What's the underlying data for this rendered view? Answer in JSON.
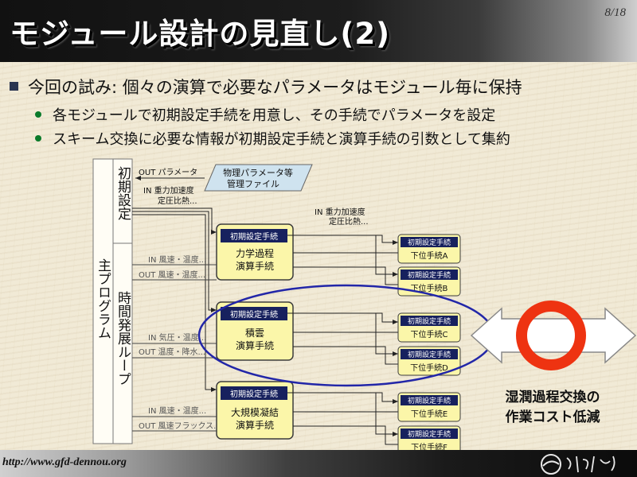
{
  "slide": {
    "title": "モジュール設計の見直し(2)",
    "page": "8/18",
    "bullet": "今回の試み: 個々の演算で必要なパラメータはモジュール毎に保持",
    "sub1": "各モジュールで初期設定手続を用意し、その手続でパラメータを設定",
    "sub2": "スキーム交換に必要な情報が初期設定手続と演算手続の引数として集約",
    "footer_url": "http://www.gfd-dennou.org"
  },
  "diagram": {
    "main_program": "主プログラム",
    "init": "初期設定",
    "loop": "時間発展ループ",
    "param_file": [
      "物理パラメータ等",
      "管理ファイル"
    ],
    "out_param": "OUT パラメータ",
    "in_gravity_left": "IN 重力加速度",
    "pressure_left": "定圧比熱...",
    "in_gravity_right": "IN 重力加速度",
    "pressure_right": "定圧比熱...",
    "io_labels": [
      "IN 風速・温度...",
      "OUT 風速・温度...",
      "IN 気圧・温度...",
      "OUT 温度・降水...",
      "IN 風速・温度...",
      "OUT 風速フラックス..."
    ],
    "init_proc": "初期設定手続",
    "modules": [
      {
        "line1": "力学過程",
        "line2": "演算手続"
      },
      {
        "line1": "積雲",
        "line2": "演算手続"
      },
      {
        "line1": "大規模凝結",
        "line2": "演算手続"
      }
    ],
    "sub_init": "初期設定手続",
    "sub_procs": [
      "下位手続A",
      "下位手続B",
      "下位手続C",
      "下位手続D",
      "下位手続E",
      "下位手続F"
    ],
    "annotation": [
      "湿潤過程交換の",
      "作業コスト低減"
    ]
  },
  "colors": {
    "module_fill": "#fbf6a9",
    "module_border": "#3c3c3c",
    "header_navy": "#17215e",
    "ellipse": "#2226a8",
    "ring": "#ee3311"
  }
}
